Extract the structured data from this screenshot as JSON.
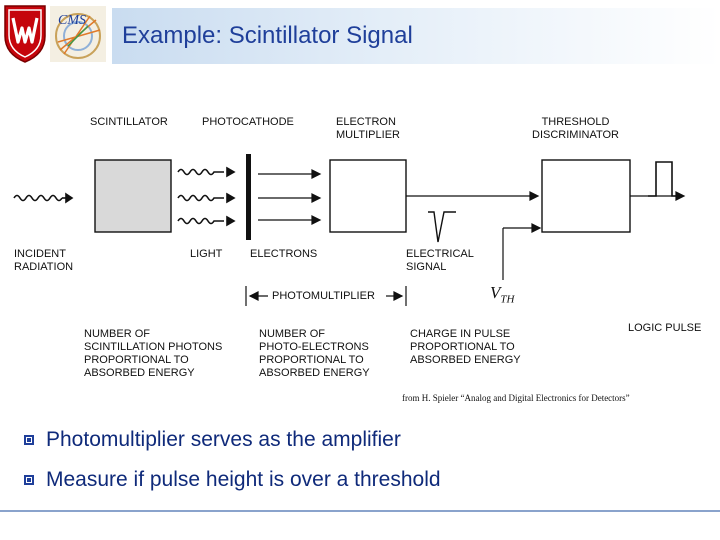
{
  "slide": {
    "title": "Example: Scintillator Signal"
  },
  "diagram": {
    "top_labels": {
      "scintillator": "SCINTILLATOR",
      "photocathode": "PHOTOCATHODE",
      "electron_multiplier": "ELECTRON\nMULTIPLIER",
      "threshold_discriminator": "THRESHOLD\nDISCRIMINATOR"
    },
    "mid_labels": {
      "incident_radiation": "INCIDENT\nRADIATION",
      "light": "LIGHT",
      "electrons": "ELECTRONS",
      "electrical_signal": "ELECTRICAL\nSIGNAL",
      "photomultiplier": "PHOTOMULTIPLIER",
      "vth_main": "V",
      "vth_sub": "TH"
    },
    "bottom_labels": {
      "col1": "NUMBER OF\nSCINTILLATION PHOTONS\nPROPORTIONAL TO\nABSORBED ENERGY",
      "col2": "NUMBER OF\nPHOTO-ELECTRONS\nPROPORTIONAL TO\nABSORBED ENERGY",
      "col3": "CHARGE IN PULSE\nPROPORTIONAL TO\nABSORBED  ENERGY",
      "col4": "LOGIC PULSE"
    },
    "source": "from H. Spieler  “Analog and Digital Electronics for Detectors”"
  },
  "bullets": [
    "Photomultiplier serves as the amplifier",
    "Measure if pulse height is over a threshold"
  ],
  "colors": {
    "title": "#1f3f9a",
    "bullet_text": "#0f2a7a",
    "bullet_mark": "#1f3f9a",
    "box_fill": "#d9d9d9",
    "footer_line": "#8aa3cc"
  }
}
